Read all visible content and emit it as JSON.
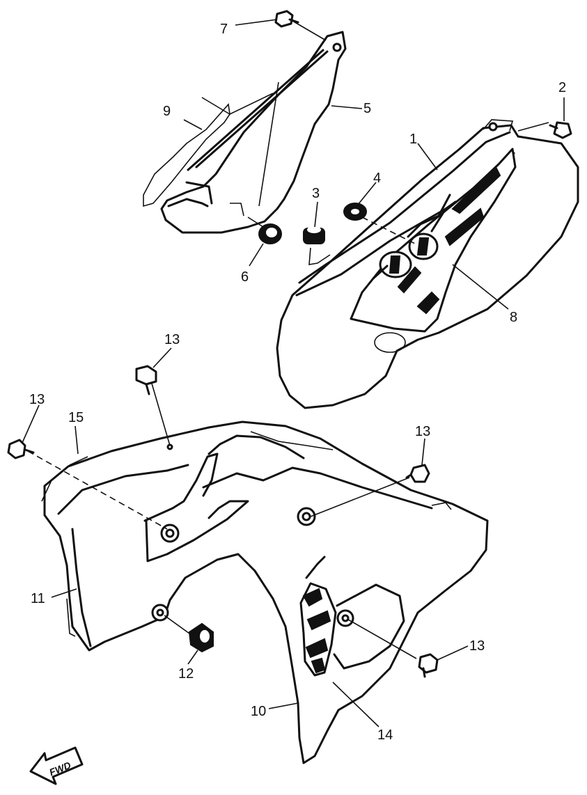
{
  "callouts": [
    {
      "id": "c1",
      "label": "1"
    },
    {
      "id": "c2",
      "label": "2"
    },
    {
      "id": "c3",
      "label": "3"
    },
    {
      "id": "c4",
      "label": "4"
    },
    {
      "id": "c5",
      "label": "5"
    },
    {
      "id": "c6",
      "label": "6"
    },
    {
      "id": "c7",
      "label": "7"
    },
    {
      "id": "c8",
      "label": "8"
    },
    {
      "id": "c9",
      "label": "9"
    },
    {
      "id": "c10",
      "label": "10"
    },
    {
      "id": "c11",
      "label": "11"
    },
    {
      "id": "c12",
      "label": "12"
    },
    {
      "id": "c13a",
      "label": "13"
    },
    {
      "id": "c13b",
      "label": "13"
    },
    {
      "id": "c13c",
      "label": "13"
    },
    {
      "id": "c13d",
      "label": "13"
    },
    {
      "id": "c14",
      "label": "14"
    },
    {
      "id": "c15",
      "label": "15"
    }
  ],
  "fwd_marker": {
    "label": "FWD",
    "icon": "fwd-arrow-icon"
  },
  "colors": {
    "ink": "#111111",
    "paper": "#ffffff"
  }
}
